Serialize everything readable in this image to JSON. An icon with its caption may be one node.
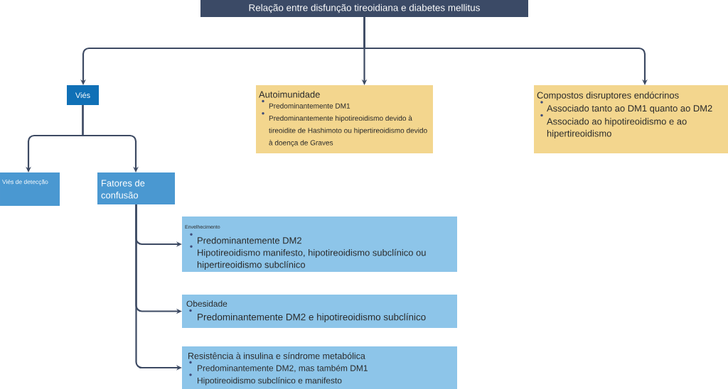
{
  "diagram": {
    "nodes": [
      {
        "text": [
          "Relação entre disfunção tireoidiana e diabetes mellitus"
        ]
      },
      {
        "text": [
          "Viés"
        ]
      },
      {
        "text": [
          "Autoimunidade",
          "Predominantemente DM1",
          "Predominantemente hipotireoidismo devido à tireoidite de Hashimoto ou hipertireoidismo devido à doença de Graves"
        ]
      },
      {
        "text": [
          "Compostos disruptores endócrinos",
          "Associado tanto ao DM1 quanto ao DM2",
          "Associado ao hipotireoidismo e ao hipertireoidismo"
        ]
      },
      {
        "text": [
          "Viés de detecção"
        ]
      },
      {
        "text": [
          "Fatores de confusão"
        ]
      },
      {
        "text": [
          "Envelhecimento",
          "Predominantemente DM2",
          "Hipotireoidismo manifesto, hipotireoidismo subclínico ou hipertireoidismo subclínico"
        ]
      },
      {
        "text": [
          "Obesidade",
          "Predominantemente DM2 e hipotireoidismo subclínico"
        ]
      },
      {
        "text": [
          "Resistência à insulina e síndrome metabólica",
          "Predominantemente DM2, mas também DM1",
          "Hipotireoidismo subclínico e manifesto"
        ]
      }
    ],
    "edges": [
      {
        "from": 0,
        "to": 1,
        "arrow": "to"
      },
      {
        "from": 0,
        "to": 2,
        "arrow": "to"
      },
      {
        "from": 0,
        "to": 3,
        "arrow": "to"
      },
      {
        "from": 1,
        "to": 4,
        "arrow": "to"
      },
      {
        "from": 1,
        "to": 5,
        "arrow": "to"
      },
      {
        "from": 5,
        "to": 6,
        "arrow": "to"
      },
      {
        "from": 5,
        "to": 7,
        "arrow": "to"
      },
      {
        "from": 5,
        "to": 8,
        "arrow": "to"
      }
    ]
  }
}
